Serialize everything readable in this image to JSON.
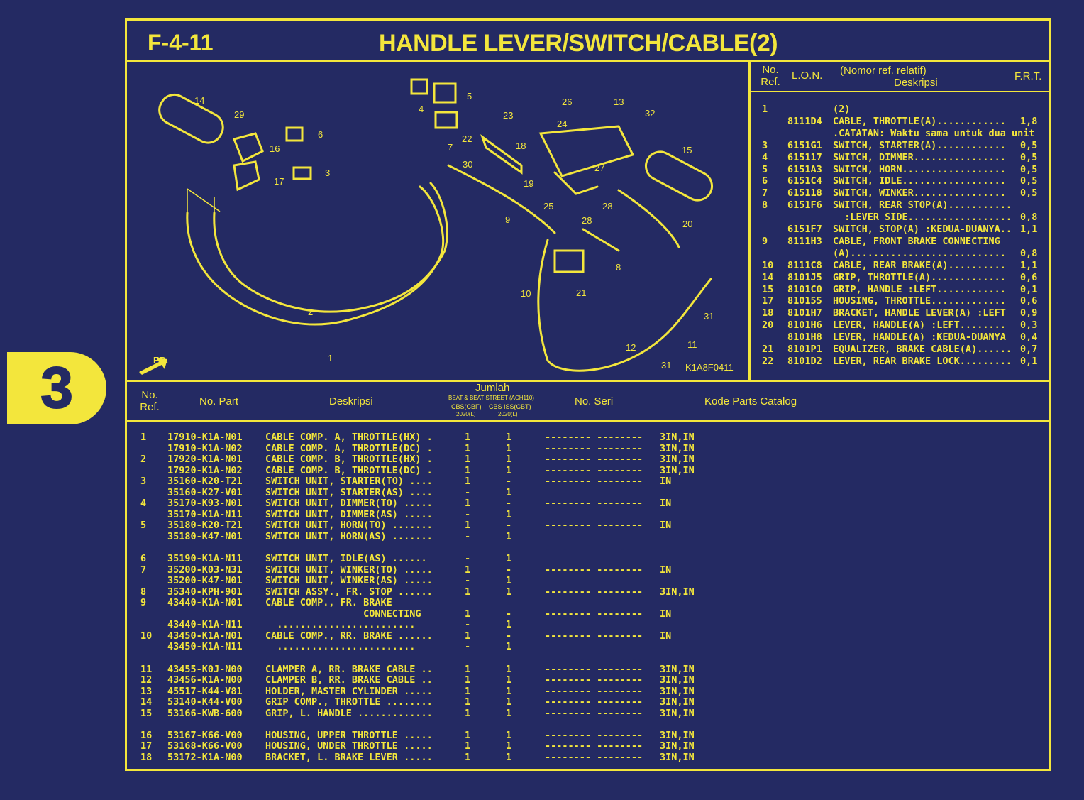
{
  "header": {
    "code": "F-4-11",
    "title": "HANDLE LEVER/SWITCH/CABLE(2)"
  },
  "section_tab": "3",
  "ref_table": {
    "headers": {
      "no_ref": "No.\nRef.",
      "lon": "L.O.N.",
      "desc_top": "(Nomor ref. relatif)",
      "desc": "Deskripsi",
      "frt": "F.R.T."
    },
    "rows": [
      {
        "ref": "1",
        "lon": "",
        "desc": "(2)",
        "frt": ""
      },
      {
        "ref": "",
        "lon": "8111D4",
        "desc": "CABLE, THROTTLE(A)............",
        "frt": "1,8"
      },
      {
        "ref": "",
        "lon": "",
        "desc": ".CATATAN: Waktu sama untuk dua unit",
        "frt": ""
      },
      {
        "ref": "3",
        "lon": "6151G1",
        "desc": "SWITCH, STARTER(A)............",
        "frt": "0,5"
      },
      {
        "ref": "4",
        "lon": "615117",
        "desc": "SWITCH, DIMMER................",
        "frt": "0,5"
      },
      {
        "ref": "5",
        "lon": "6151A3",
        "desc": "SWITCH, HORN..................",
        "frt": "0,5"
      },
      {
        "ref": "6",
        "lon": "6151C4",
        "desc": "SWITCH, IDLE..................",
        "frt": "0,5"
      },
      {
        "ref": "7",
        "lon": "615118",
        "desc": "SWITCH, WINKER................",
        "frt": "0,5"
      },
      {
        "ref": "8",
        "lon": "6151F6",
        "desc": "SWITCH, REAR STOP(A)...........",
        "frt": ""
      },
      {
        "ref": "",
        "lon": "",
        "desc": "  :LEVER SIDE..................",
        "frt": "0,8"
      },
      {
        "ref": "",
        "lon": "6151F7",
        "desc": "SWITCH, STOP(A) :KEDUA-DUANYA..",
        "frt": "1,1"
      },
      {
        "ref": "9",
        "lon": "8111H3",
        "desc": "CABLE, FRONT BRAKE CONNECTING",
        "frt": ""
      },
      {
        "ref": "",
        "lon": "",
        "desc": "(A)...........................",
        "frt": "0,8"
      },
      {
        "ref": "10",
        "lon": "8111C8",
        "desc": "CABLE, REAR BRAKE(A)..........",
        "frt": "1,1"
      },
      {
        "ref": "14",
        "lon": "8101J5",
        "desc": "GRIP, THROTTLE(A).............",
        "frt": "0,6"
      },
      {
        "ref": "15",
        "lon": "8101C0",
        "desc": "GRIP, HANDLE :LEFT............",
        "frt": "0,1"
      },
      {
        "ref": "17",
        "lon": "810155",
        "desc": "HOUSING, THROTTLE.............",
        "frt": "0,6"
      },
      {
        "ref": "18",
        "lon": "8101H7",
        "desc": "BRACKET, HANDLE LEVER(A) :LEFT",
        "frt": "0,9"
      },
      {
        "ref": "20",
        "lon": "8101H6",
        "desc": "LEVER, HANDLE(A) :LEFT........",
        "frt": "0,3"
      },
      {
        "ref": "",
        "lon": "8101H8",
        "desc": "LEVER, HANDLE(A) :KEDUA-DUANYA",
        "frt": "0,4"
      },
      {
        "ref": "21",
        "lon": "8101P1",
        "desc": "EQUALIZER, BRAKE CABLE(A)......",
        "frt": "0,7"
      },
      {
        "ref": "22",
        "lon": "8101D2",
        "desc": "LEVER, REAR BRAKE LOCK.........",
        "frt": "0,1"
      }
    ]
  },
  "diagram": {
    "code": "K1A8F0411",
    "fr_label": "FR.",
    "callouts": [
      "14",
      "29",
      "16",
      "6",
      "17",
      "3",
      "4",
      "5",
      "23",
      "7",
      "22",
      "30",
      "26",
      "13",
      "24",
      "32",
      "18",
      "19",
      "27",
      "15",
      "25",
      "28",
      "28",
      "20",
      "9",
      "2",
      "8",
      "21",
      "10",
      "1",
      "31",
      "11",
      "12",
      "31"
    ]
  },
  "parts_table": {
    "headers": {
      "no_ref": "No.\nRef.",
      "no_part": "No. Part",
      "desc": "Deskripsi",
      "jumlah": "Jumlah",
      "jumlah_sub": "BEAT & BEAT STREET (ACH110)",
      "col1": "CBS(CBF)",
      "col1_year": "2020(L)",
      "col2": "CBS ISS(CBT)",
      "col2_year": "2020(L)",
      "no_seri": "No. Seri",
      "kode": "Kode Parts Catalog"
    },
    "rows": [
      {
        "ref": "1",
        "part": "17910-K1A-N01",
        "desc": "CABLE COMP. A, THROTTLE(HX) .",
        "q1": "1",
        "q2": "1",
        "seri": "-------- --------",
        "kode": "3IN,IN"
      },
      {
        "ref": "",
        "part": "17910-K1A-N02",
        "desc": "CABLE COMP. A, THROTTLE(DC) .",
        "q1": "1",
        "q2": "1",
        "seri": "-------- --------",
        "kode": "3IN,IN"
      },
      {
        "ref": "2",
        "part": "17920-K1A-N01",
        "desc": "CABLE COMP. B, THROTTLE(HX) .",
        "q1": "1",
        "q2": "1",
        "seri": "-------- --------",
        "kode": "3IN,IN"
      },
      {
        "ref": "",
        "part": "17920-K1A-N02",
        "desc": "CABLE COMP. B, THROTTLE(DC) .",
        "q1": "1",
        "q2": "1",
        "seri": "-------- --------",
        "kode": "3IN,IN"
      },
      {
        "ref": "3",
        "part": "35160-K20-T21",
        "desc": "SWITCH UNIT, STARTER(TO) ....",
        "q1": "1",
        "q2": "-",
        "seri": "-------- --------",
        "kode": "IN"
      },
      {
        "ref": "",
        "part": "35160-K27-V01",
        "desc": "SWITCH UNIT, STARTER(AS) ....",
        "q1": "-",
        "q2": "1",
        "seri": "",
        "kode": ""
      },
      {
        "ref": "4",
        "part": "35170-K93-N01",
        "desc": "SWITCH UNIT, DIMMER(TO) .....",
        "q1": "1",
        "q2": "-",
        "seri": "-------- --------",
        "kode": "IN"
      },
      {
        "ref": "",
        "part": "35170-K1A-N11",
        "desc": "SWITCH UNIT, DIMMER(AS) .....",
        "q1": "-",
        "q2": "1",
        "seri": "",
        "kode": ""
      },
      {
        "ref": "5",
        "part": "35180-K20-T21",
        "desc": "SWITCH UNIT, HORN(TO) .......",
        "q1": "1",
        "q2": "-",
        "seri": "-------- --------",
        "kode": "IN"
      },
      {
        "ref": "",
        "part": "35180-K47-N01",
        "desc": "SWITCH UNIT, HORN(AS) .......",
        "q1": "-",
        "q2": "1",
        "seri": "",
        "kode": ""
      },
      {
        "ref": "",
        "part": "",
        "desc": "",
        "q1": "",
        "q2": "",
        "seri": "",
        "kode": ""
      },
      {
        "ref": "6",
        "part": "35190-K1A-N11",
        "desc": "SWITCH UNIT, IDLE(AS) ......",
        "q1": "-",
        "q2": "1",
        "seri": "",
        "kode": ""
      },
      {
        "ref": "7",
        "part": "35200-K03-N31",
        "desc": "SWITCH UNIT, WINKER(TO) .....",
        "q1": "1",
        "q2": "-",
        "seri": "-------- --------",
        "kode": "IN"
      },
      {
        "ref": "",
        "part": "35200-K47-N01",
        "desc": "SWITCH UNIT, WINKER(AS) .....",
        "q1": "-",
        "q2": "1",
        "seri": "",
        "kode": ""
      },
      {
        "ref": "8",
        "part": "35340-KPH-901",
        "desc": "SWITCH ASSY., FR. STOP ......",
        "q1": "1",
        "q2": "1",
        "seri": "-------- --------",
        "kode": "3IN,IN"
      },
      {
        "ref": "9",
        "part": "43440-K1A-N01",
        "desc": "CABLE COMP., FR. BRAKE",
        "q1": "",
        "q2": "",
        "seri": "",
        "kode": ""
      },
      {
        "ref": "",
        "part": "",
        "desc": "                 CONNECTING",
        "q1": "1",
        "q2": "-",
        "seri": "-------- --------",
        "kode": "IN"
      },
      {
        "ref": "",
        "part": "43440-K1A-N11",
        "desc": "  ........................",
        "q1": "-",
        "q2": "1",
        "seri": "",
        "kode": ""
      },
      {
        "ref": "10",
        "part": "43450-K1A-N01",
        "desc": "CABLE COMP., RR. BRAKE ......",
        "q1": "1",
        "q2": "-",
        "seri": "-------- --------",
        "kode": "IN"
      },
      {
        "ref": "",
        "part": "43450-K1A-N11",
        "desc": "  ........................",
        "q1": "-",
        "q2": "1",
        "seri": "",
        "kode": ""
      },
      {
        "ref": "",
        "part": "",
        "desc": "",
        "q1": "",
        "q2": "",
        "seri": "",
        "kode": ""
      },
      {
        "ref": "11",
        "part": "43455-K0J-N00",
        "desc": "CLAMPER A, RR. BRAKE CABLE ..",
        "q1": "1",
        "q2": "1",
        "seri": "-------- --------",
        "kode": "3IN,IN"
      },
      {
        "ref": "12",
        "part": "43456-K1A-N00",
        "desc": "CLAMPER B, RR. BRAKE CABLE ..",
        "q1": "1",
        "q2": "1",
        "seri": "-------- --------",
        "kode": "3IN,IN"
      },
      {
        "ref": "13",
        "part": "45517-K44-V81",
        "desc": "HOLDER, MASTER CYLINDER .....",
        "q1": "1",
        "q2": "1",
        "seri": "-------- --------",
        "kode": "3IN,IN"
      },
      {
        "ref": "14",
        "part": "53140-K44-V00",
        "desc": "GRIP COMP., THROTTLE ........",
        "q1": "1",
        "q2": "1",
        "seri": "-------- --------",
        "kode": "3IN,IN"
      },
      {
        "ref": "15",
        "part": "53166-KWB-600",
        "desc": "GRIP, L. HANDLE .............",
        "q1": "1",
        "q2": "1",
        "seri": "-------- --------",
        "kode": "3IN,IN"
      },
      {
        "ref": "",
        "part": "",
        "desc": "",
        "q1": "",
        "q2": "",
        "seri": "",
        "kode": ""
      },
      {
        "ref": "16",
        "part": "53167-K66-V00",
        "desc": "HOUSING, UPPER THROTTLE .....",
        "q1": "1",
        "q2": "1",
        "seri": "-------- --------",
        "kode": "3IN,IN"
      },
      {
        "ref": "17",
        "part": "53168-K66-V00",
        "desc": "HOUSING, UNDER THROTTLE .....",
        "q1": "1",
        "q2": "1",
        "seri": "-------- --------",
        "kode": "3IN,IN"
      },
      {
        "ref": "18",
        "part": "53172-K1A-N00",
        "desc": "BRACKET, L. BRAKE LEVER .....",
        "q1": "1",
        "q2": "1",
        "seri": "-------- --------",
        "kode": "3IN,IN"
      }
    ]
  }
}
